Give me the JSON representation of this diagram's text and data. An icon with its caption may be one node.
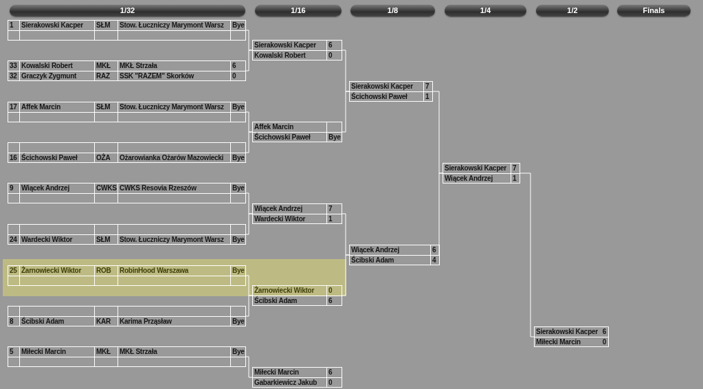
{
  "diagram": {
    "nodes": [
      {
        "text": [
          "1/32"
        ]
      },
      {
        "text": [
          "1/16"
        ]
      },
      {
        "text": [
          "1/8"
        ]
      },
      {
        "text": [
          "1/4"
        ]
      },
      {
        "text": [
          "1/2"
        ]
      },
      {
        "text": [
          "Finals"
        ]
      },
      {
        "text": [],
        "shape": "box"
      },
      {
        "text": [
          "1",
          "Sierakowski Kacper",
          "SŁM",
          "Stow. Łuczniczy Marymont Warsz",
          "Bye"
        ],
        "in": 6
      },
      {
        "text": [],
        "shape": "box",
        "in": 6
      },
      {
        "text": [],
        "shape": "box"
      },
      {
        "text": [
          "33",
          "Kowalski Robert",
          "MKŁ",
          "MKŁ Strzała",
          "6"
        ],
        "in": 9
      },
      {
        "text": [
          "32",
          "Graczyk Zygmunt",
          "RAZ",
          "SSK \"RAZEM\" Skorków",
          "0"
        ],
        "in": 9
      },
      {
        "text": [],
        "shape": "box"
      },
      {
        "text": [
          "17",
          "Affek Marcin",
          "SŁM",
          "Stow. Łuczniczy Marymont Warsz",
          "Bye"
        ],
        "in": 12
      },
      {
        "text": [],
        "shape": "box",
        "in": 12
      },
      {
        "text": [],
        "shape": "box"
      },
      {
        "text": [],
        "shape": "box",
        "in": 15
      },
      {
        "text": [
          "16",
          "Ścichowski Paweł",
          "OŻA",
          "Ożarowianka Ożarów Mazowiecki",
          "Bye"
        ],
        "in": 15
      },
      {
        "text": [],
        "shape": "box"
      },
      {
        "text": [
          "9",
          "Wiącek Andrzej",
          "CWKS",
          "CWKS Resovia Rzeszów",
          "Bye"
        ],
        "in": 18
      },
      {
        "text": [],
        "shape": "box",
        "in": 18
      },
      {
        "text": [],
        "shape": "box"
      },
      {
        "text": [],
        "shape": "box",
        "in": 21
      },
      {
        "text": [
          "24",
          "Wardecki Wiktor",
          "SŁM",
          "Stow. Łuczniczy Marymont Warsz",
          "Bye"
        ],
        "in": 21
      },
      {
        "text": [],
        "shape": "box"
      },
      {
        "text": [
          "25",
          "Żarnowiecki Wiktor",
          "ROB",
          "RobinHood Warszawa",
          "Bye"
        ],
        "in": 24
      },
      {
        "text": [],
        "shape": "box",
        "in": 24
      },
      {
        "text": [],
        "shape": "box"
      },
      {
        "text": [],
        "shape": "box",
        "in": 27
      },
      {
        "text": [
          "8",
          "Ścibski Adam",
          "KAR",
          "Karima Prząsław",
          "Bye"
        ],
        "in": 27
      },
      {
        "text": [],
        "shape": "box"
      },
      {
        "text": [
          "5",
          "Miłecki Marcin",
          "MKŁ",
          "MKŁ Strzała",
          "Bye"
        ],
        "in": 30
      },
      {
        "text": [],
        "shape": "box",
        "in": 30
      },
      {
        "text": [],
        "shape": "box"
      },
      {
        "text": [
          "Sierakowski Kacper",
          "6"
        ],
        "in": 33
      },
      {
        "text": [
          "Kowalski Robert",
          "0"
        ],
        "in": 33
      },
      {
        "text": [],
        "shape": "box"
      },
      {
        "text": [
          "Affek Marcin"
        ],
        "in": 36
      },
      {
        "text": [
          "Ścichowski Paweł",
          "Bye"
        ],
        "in": 36
      },
      {
        "text": [],
        "shape": "box"
      },
      {
        "text": [
          "Wiącek Andrzej",
          "7"
        ],
        "in": 39
      },
      {
        "text": [
          "Wardecki Wiktor",
          "1"
        ],
        "in": 39
      },
      {
        "text": [],
        "shape": "box"
      },
      {
        "text": [
          "Żarnowiecki Wiktor",
          "0"
        ],
        "in": 42
      },
      {
        "text": [
          "Ścibski Adam",
          "6"
        ],
        "in": 42
      },
      {
        "text": [],
        "shape": "box"
      },
      {
        "text": [
          "Miłecki Marcin",
          "6"
        ],
        "in": 45
      },
      {
        "text": [
          "Gabarkiewicz Jakub",
          "0"
        ],
        "in": 45
      },
      {
        "text": [],
        "shape": "box"
      },
      {
        "text": [
          "Sierakowski Kacper",
          "7"
        ],
        "in": 48
      },
      {
        "text": [
          "Ścichowski Paweł",
          "1"
        ],
        "in": 48
      },
      {
        "text": [],
        "shape": "box"
      },
      {
        "text": [
          "Wiącek Andrzej",
          "6"
        ],
        "in": 51
      },
      {
        "text": [
          "Ścibski Adam",
          "4"
        ],
        "in": 51
      },
      {
        "text": [],
        "shape": "box"
      },
      {
        "text": [
          "Sierakowski Kacper",
          "7"
        ],
        "in": 54
      },
      {
        "text": [
          "Wiącek Andrzej",
          "1"
        ],
        "in": 54
      },
      {
        "text": [],
        "shape": "box"
      },
      {
        "text": [
          "Sierakowski Kacper",
          "6"
        ],
        "in": 57
      },
      {
        "text": [
          "Miłecki Marcin",
          "0"
        ],
        "in": 57
      }
    ],
    "edges": [
      {
        "from": 6,
        "to": 33,
        "arrow": "none"
      },
      {
        "from": 9,
        "to": 33,
        "arrow": "none"
      },
      {
        "from": 12,
        "to": 36,
        "arrow": "none"
      },
      {
        "from": 15,
        "to": 36,
        "arrow": "none"
      },
      {
        "from": 18,
        "to": 39,
        "arrow": "none"
      },
      {
        "from": 21,
        "to": 39,
        "arrow": "none"
      },
      {
        "from": 24,
        "to": 42,
        "arrow": "none"
      },
      {
        "from": 27,
        "to": 42,
        "arrow": "none"
      },
      {
        "from": 30,
        "to": 45,
        "arrow": "none"
      },
      {
        "from": 33,
        "to": 48,
        "arrow": "none"
      },
      {
        "from": 36,
        "to": 48,
        "arrow": "none"
      },
      {
        "from": 39,
        "to": 51,
        "arrow": "none"
      },
      {
        "from": 42,
        "to": 51,
        "arrow": "none"
      },
      {
        "from": 48,
        "to": 54,
        "arrow": "none"
      },
      {
        "from": 51,
        "to": 54,
        "arrow": "none"
      },
      {
        "from": 54,
        "to": 57,
        "arrow": "none"
      }
    ]
  }
}
